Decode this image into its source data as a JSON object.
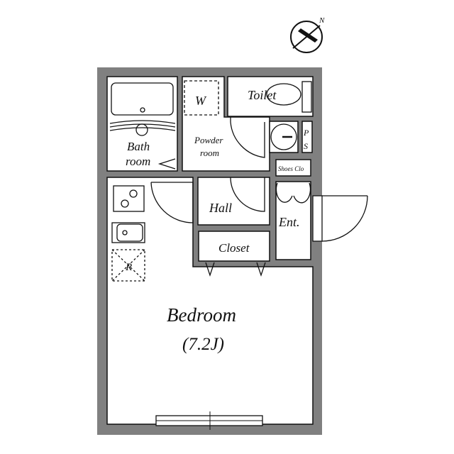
{
  "compass": {
    "north_label": "N"
  },
  "rooms": {
    "toilet": "Toilet",
    "washer": "W",
    "bath_line1": "Bath",
    "bath_line2": "room",
    "powder_line1": "Powder",
    "powder_line2": "room",
    "ps_line1": "P",
    "ps_line2": "S",
    "shoes_closet": "Shoes Clo",
    "hall": "Hall",
    "entrance": "Ent.",
    "closet": "Closet",
    "refrigerator": "R",
    "bedroom": "Bedroom",
    "bedroom_size": "(7.2J)"
  },
  "colors": {
    "wall": "#808080",
    "line": "#111111"
  }
}
